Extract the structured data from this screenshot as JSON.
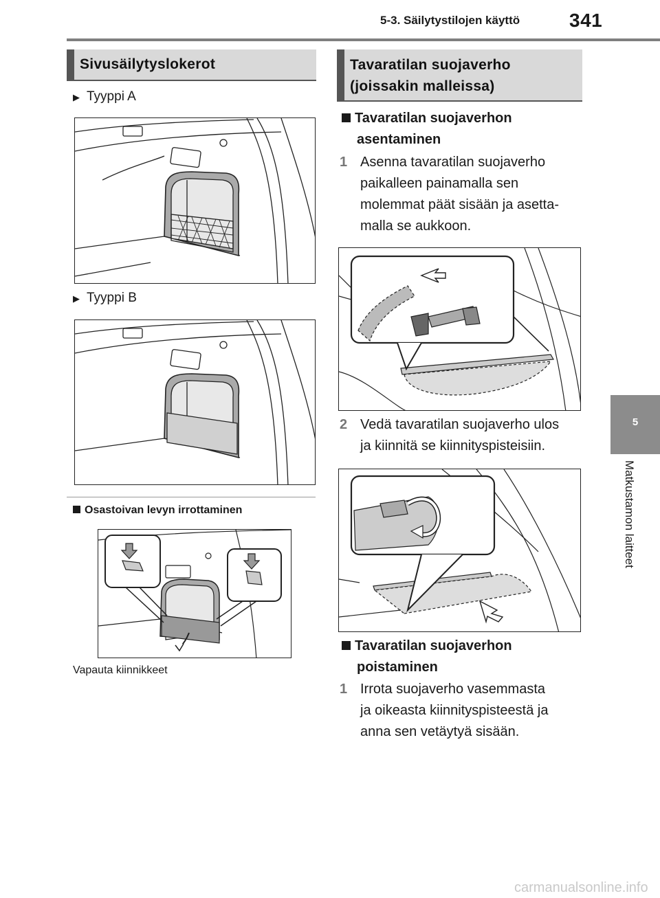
{
  "header": {
    "section": "5-3. Säilytystilojen käyttö",
    "page_number": "341"
  },
  "side_tab": {
    "chapter_number": "5",
    "chapter_title": "Matkustamon laitteet"
  },
  "left": {
    "heading": "Sivusäilytyslokerot",
    "type_a": "Tyyppi A",
    "type_b": "Tyyppi B",
    "subheading": "Osastoivan levyn irrottaminen",
    "caption": "Vapauta kiinnikkeet"
  },
  "right": {
    "heading_line1": "Tavaratilan suojaverho",
    "heading_line2": "(joissakin malleissa)",
    "install_heading_line1": "Tavaratilan suojaverhon",
    "install_heading_line2": "asentaminen",
    "step1_num": "1",
    "step1_lines": [
      "Asenna tavaratilan suojaverho",
      "paikalleen painamalla sen",
      "molemmat päät sisään ja asetta-",
      "malla se aukkoon."
    ],
    "step2_num": "2",
    "step2_lines": [
      "Vedä tavaratilan suojaverho ulos",
      "ja kiinnitä se kiinnityspisteisiin."
    ],
    "remove_heading_line1": "Tavaratilan suojaverhon",
    "remove_heading_line2": "poistaminen",
    "step3_num": "1",
    "step3_lines": [
      "Irrota suojaverho vasemmasta",
      "ja oikeasta kiinnityspisteestä ja",
      "anna sen vetäytyä sisään."
    ]
  },
  "watermark": "carmanualsonline.info"
}
